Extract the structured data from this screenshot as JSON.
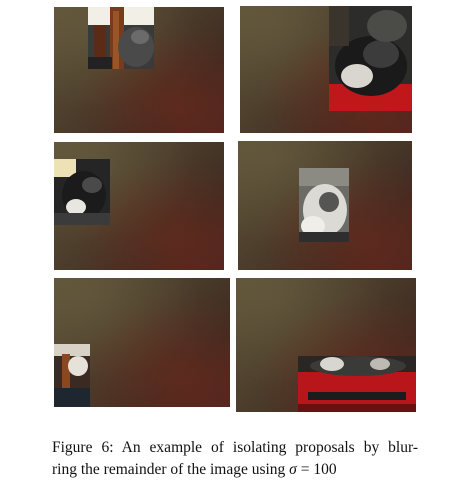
{
  "figure": {
    "caption": {
      "line1": "Figure 6: An example of isolating proposals by blur-",
      "line2_prefix": "ring the remainder of the image using ",
      "symbol": "σ",
      "line2_suffix": " = 100"
    },
    "panels": [
      {
        "name": "panel-1",
        "content": "blurred background with sharp crop of cat on chair"
      },
      {
        "name": "panel-2",
        "content": "blurred background with sharp crop of sleeping cat on red cushion"
      },
      {
        "name": "panel-3",
        "content": "blurred background with sharp crop of cat body"
      },
      {
        "name": "panel-4",
        "content": "blurred background with sharp crop of cat head"
      },
      {
        "name": "panel-5",
        "content": "blurred background with small sharp crop at lower left"
      },
      {
        "name": "panel-6",
        "content": "blurred background with sharp crop of cat on red bag"
      }
    ]
  }
}
